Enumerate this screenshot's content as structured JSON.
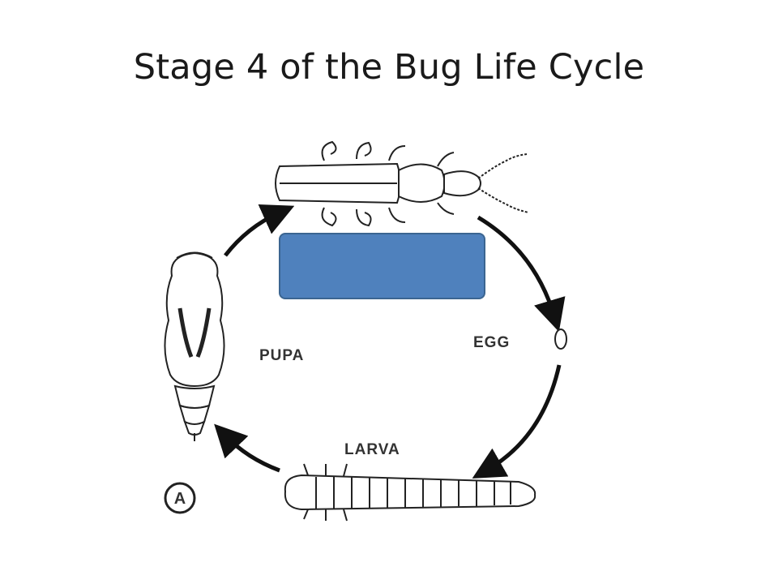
{
  "slide": {
    "title": "Stage 4 of the Bug Life Cycle"
  },
  "diagram": {
    "labels": {
      "egg": "EGG",
      "larva": "LARVA",
      "pupa": "PUPA",
      "panel_marker": "A"
    },
    "stages": [
      "adult",
      "egg",
      "larva",
      "pupa"
    ],
    "arrow_color": "#111111",
    "cover_box": {
      "color": "#4f81bd",
      "border_color": "#3b6591",
      "text": ""
    }
  }
}
